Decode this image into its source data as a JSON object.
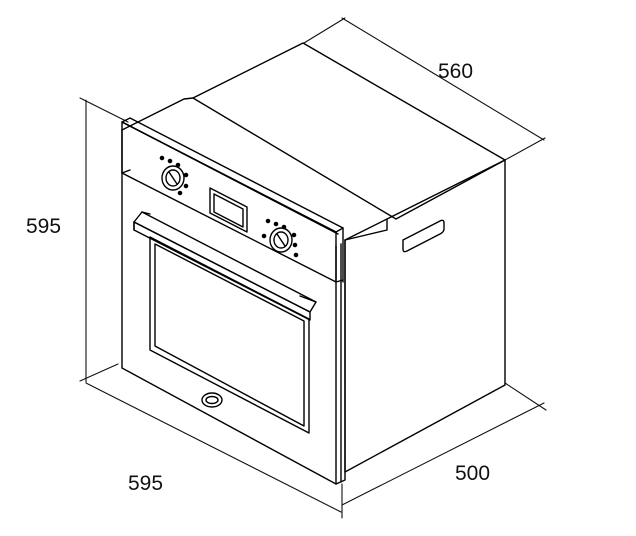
{
  "dimensions": {
    "height": "595",
    "width": "595",
    "depth_top": "560",
    "depth_bottom": "500"
  },
  "colors": {
    "line": "#000000",
    "dim_line": "#111111",
    "background": "#ffffff"
  },
  "icons": {
    "left_knob": "knob-icon",
    "right_knob": "knob-icon",
    "display": "display-window",
    "handle": "door-handle",
    "badge": "logo-badge",
    "side_cutout": "mounting-slot"
  }
}
